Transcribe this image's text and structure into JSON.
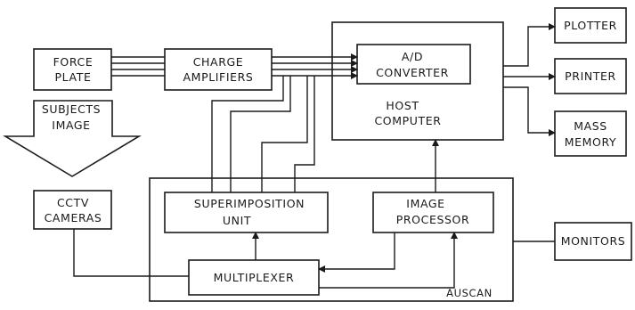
{
  "blocks": {
    "force_plate": [
      "FORCE",
      "PLATE"
    ],
    "charge_amplifiers": [
      "CHARGE",
      "AMPLIFIERS"
    ],
    "ad_converter": [
      "A/D",
      "CONVERTER"
    ],
    "host_computer": [
      "HOST",
      "COMPUTER"
    ],
    "plotter": "PLOTTER",
    "printer": "PRINTER",
    "mass_memory": [
      "MASS",
      "MEMORY"
    ],
    "subjects_image": [
      "SUBJECTS",
      "IMAGE"
    ],
    "cctv_cameras": [
      "CCTV",
      "CAMERAS"
    ],
    "superimposition_unit": [
      "SUPERIMPOSITION",
      "UNIT"
    ],
    "image_processor": [
      "IMAGE",
      "PROCESSOR"
    ],
    "multiplexer": "MULTIPLEXER",
    "auscan": "AUSCAN",
    "monitors": "MONITORS"
  },
  "colors": {
    "ink": "#1a1a1a",
    "paper": "#ffffff"
  }
}
